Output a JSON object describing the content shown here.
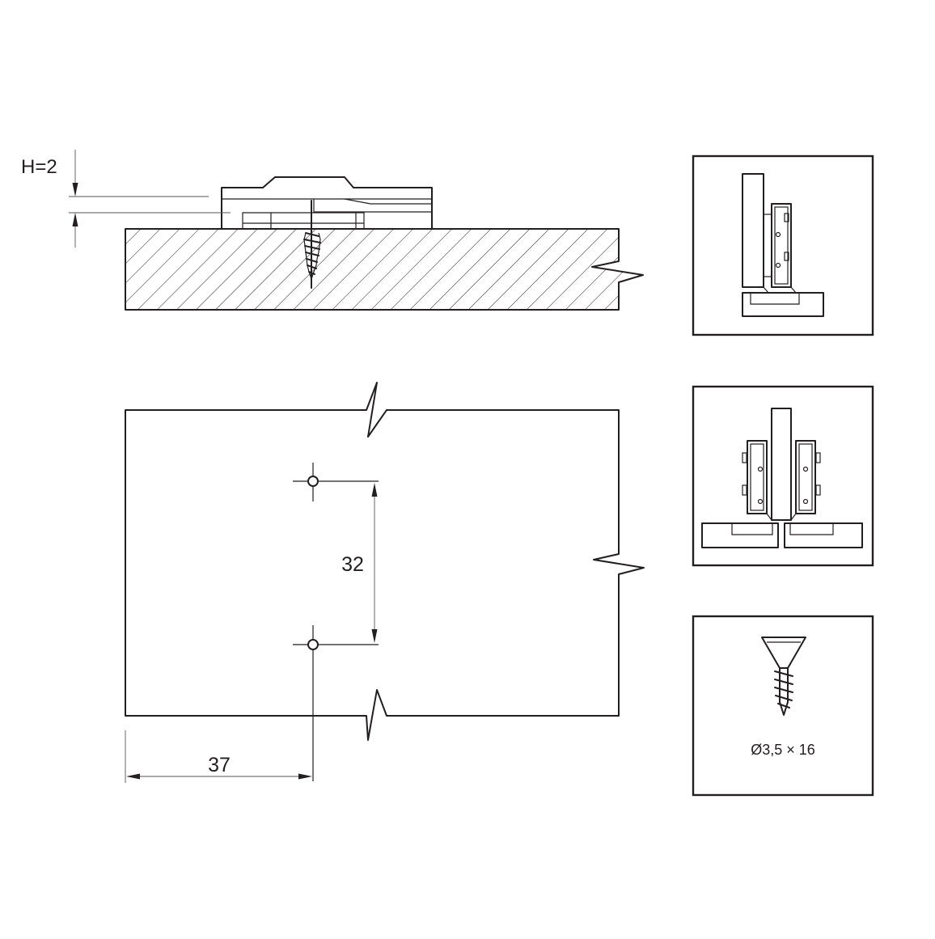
{
  "side_section": {
    "height_label": "H=2"
  },
  "top_view": {
    "hole_spacing_label": "32",
    "edge_distance_label": "37"
  },
  "screw_panel": {
    "spec_label": "Ø3,5 × 16"
  },
  "colors": {
    "line": "#231f20",
    "background": "#ffffff"
  }
}
